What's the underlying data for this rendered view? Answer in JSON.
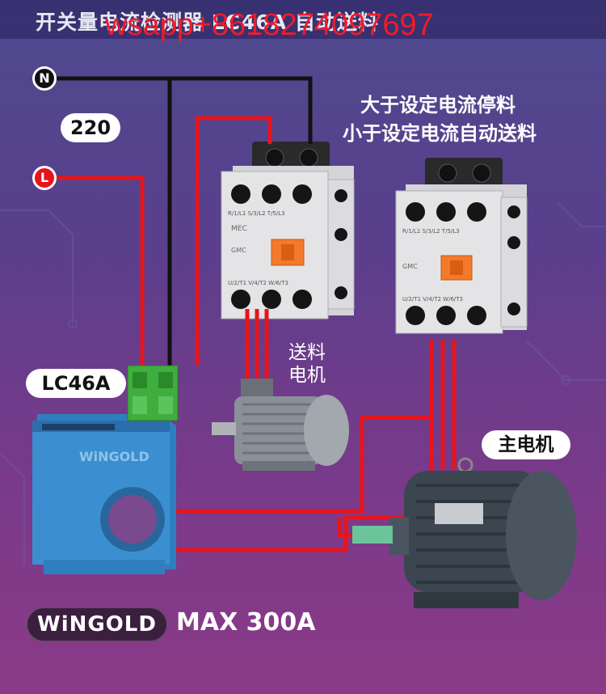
{
  "header": {
    "title": "开关量电流检测器 LC46A 自动送料",
    "watermark": "wsapp+8618274097697"
  },
  "terminals": {
    "neutral": "N",
    "live": "L",
    "voltage": "220"
  },
  "description": {
    "line1": "大于设定电流停料",
    "line2": "小于设定电流自动送料"
  },
  "device": {
    "model": "LC46A",
    "case_logo": "WiNGOLD"
  },
  "motors": {
    "feed_line1": "送料",
    "feed_line2": "电机",
    "main": "主电机"
  },
  "branding": {
    "logo": "WiNGOLD",
    "rating": "MAX 300A"
  },
  "colors": {
    "live_wire": "#e8141c",
    "neutral_wire": "#111111",
    "detector_body": "#3b8fd0",
    "terminal_block": "#3fae3f",
    "motor_body": "#3c4650"
  }
}
